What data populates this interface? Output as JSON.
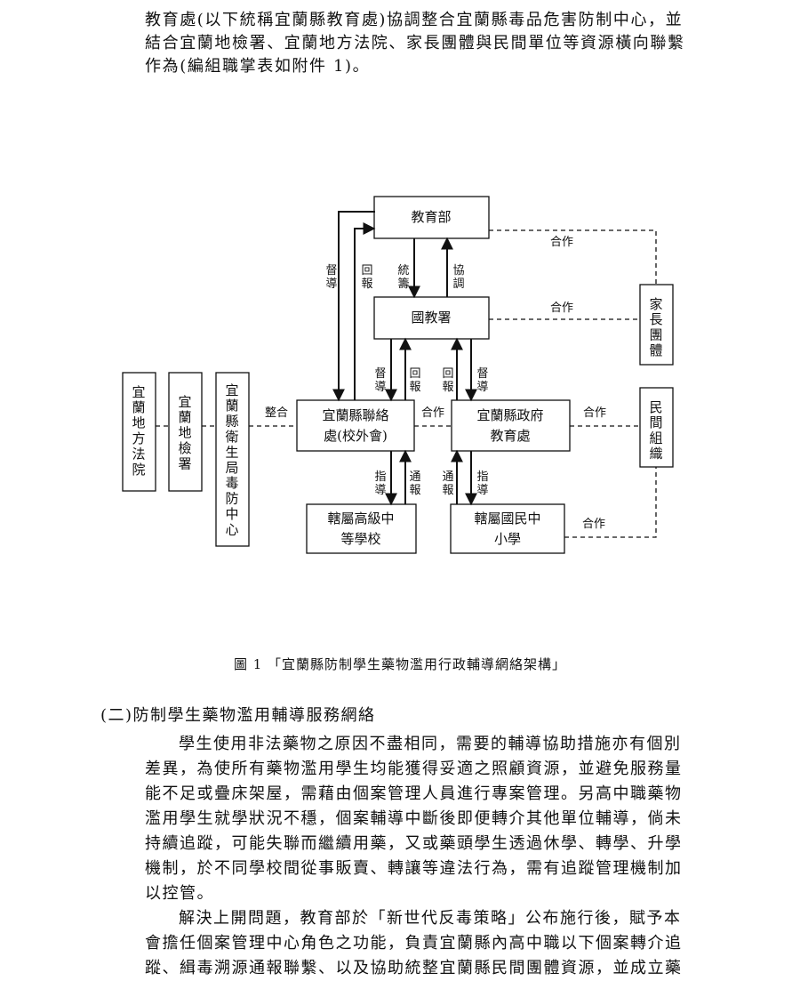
{
  "intro": {
    "lines": [
      "教育處(以下統稱宜蘭縣教育處)協調整合宜蘭縣毒品危害防制中心，並",
      "結合宜蘭地檢署、宜蘭地方法院、家長團體與民間單位等資源橫向聯繫",
      "作為(編組職掌表如附件 1)。"
    ]
  },
  "diagram": {
    "nodes": {
      "moe": "教育部",
      "k12": "國教署",
      "liaison_line1": "宜蘭縣聯絡",
      "liaison_line2": "處(校外會)",
      "edu_dept_line1": "宜蘭縣政府",
      "edu_dept_line2": "教育處",
      "senior_line1": "轄屬高級中",
      "senior_line2": "等學校",
      "primary_line1": "轄屬國民中",
      "primary_line2": "小學",
      "court": "宜蘭地方法院",
      "prosecutor": "宜蘭地檢署",
      "health": "宜蘭縣衛生局毒防中心",
      "parents": "家長團體",
      "civil": "民間組織"
    },
    "labels": {
      "supervise": "督導",
      "report": "回報",
      "coordinate_plan": "統籌",
      "coordinate": "協調",
      "guide": "指導",
      "notify": "通報",
      "cooperate": "合作",
      "integrate": "整合"
    }
  },
  "caption": "圖 1 「宜蘭縣防制學生藥物濫用行政輔導網絡架構」",
  "section": {
    "heading": "(二)防制學生藥物濫用輔導服務網絡",
    "lines": [
      "學生使用非法藥物之原因不盡相同，需要的輔導協助措施亦有個別",
      "差異，為使所有藥物濫用學生均能獲得妥適之照顧資源，並避免服務量",
      "能不足或疊床架屋，需藉由個案管理人員進行專案管理。另高中職藥物",
      "濫用學生就學狀況不穩，個案輔導中斷後即便轉介其他單位輔導，倘未",
      "持續追蹤，可能失聯而繼續用藥，又或藥頭學生透過休學、轉學、升學",
      "機制，於不同學校間從事販賣、轉讓等違法行為，需有追蹤管理機制加",
      "以控管。",
      "解決上開問題，教育部於「新世代反毒策略」公布施行後，賦予本",
      "會擔任個案管理中心角色之功能，負責宜蘭縣內高中職以下個案轉介追",
      "蹤、緝毒溯源通報聯繫、以及協助統整宜蘭縣民間團體資源，並成立藥"
    ]
  }
}
